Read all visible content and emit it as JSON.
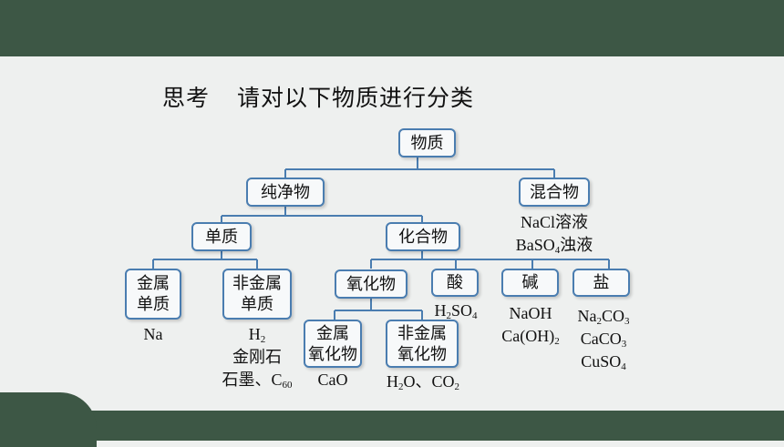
{
  "title": {
    "label": "思考",
    "text": "请对以下物质进行分类"
  },
  "nodes": {
    "root": "物质",
    "pure": "纯净物",
    "mixture": "混合物",
    "element": "单质",
    "compound": "化合物",
    "metal_line1": "金属",
    "metal_line2": "单质",
    "nonmetal_line1": "非金属",
    "nonmetal_line2": "单质",
    "oxide": "氧化物",
    "acid": "酸",
    "base": "碱",
    "salt": "盐",
    "metal_oxide_line1": "金属",
    "metal_oxide_line2": "氧化物",
    "nonmetal_oxide_line1": "非金属",
    "nonmetal_oxide_line2": "氧化物"
  },
  "examples": {
    "mixture": [
      {
        "parts": [
          "NaCl溶液"
        ]
      },
      {
        "parts": [
          "BaSO",
          "4",
          "浊液"
        ]
      }
    ],
    "metal": [
      {
        "parts": [
          "Na"
        ]
      }
    ],
    "nonmetal": [
      {
        "parts": [
          "H",
          "2"
        ]
      },
      {
        "parts": [
          "金刚石"
        ]
      },
      {
        "parts": [
          "石墨、C",
          "60"
        ]
      }
    ],
    "acid": [
      {
        "parts": [
          "H",
          "2",
          "SO",
          "4"
        ]
      }
    ],
    "base": [
      {
        "parts": [
          "NaOH"
        ]
      },
      {
        "parts": [
          "Ca(OH)",
          "2"
        ]
      }
    ],
    "salt": [
      {
        "parts": [
          "Na",
          "2",
          "CO",
          "3"
        ]
      },
      {
        "parts": [
          "CaCO",
          "3"
        ]
      },
      {
        "parts": [
          "CuSO",
          "4"
        ]
      }
    ],
    "metal_oxide": [
      {
        "parts": [
          "CaO"
        ]
      }
    ],
    "nonmetal_oxide": [
      {
        "parts": [
          "H",
          "2",
          "O、CO",
          "2"
        ]
      }
    ]
  },
  "colors": {
    "band": "#3d5745",
    "node_border": "#4a7db0",
    "connector": "#4a7db0"
  }
}
